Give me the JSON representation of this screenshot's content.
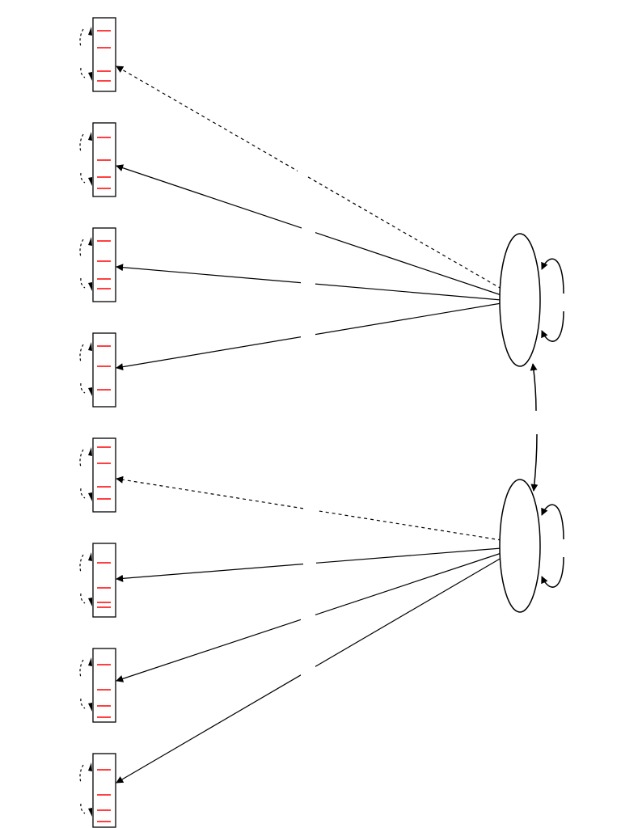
{
  "diagram": {
    "kind": "structural-equation-path-diagram",
    "colors": {
      "line": "#000000",
      "threshold": "#ff0000",
      "background": "#ffffff"
    },
    "latent_variables": [
      {
        "id": "factor-1",
        "label": ""
      },
      {
        "id": "factor-2",
        "label": ""
      }
    ],
    "indicators": [
      {
        "id": "item-1",
        "factor": "factor-1",
        "loading": "dashed",
        "thresholds": 4
      },
      {
        "id": "item-2",
        "factor": "factor-1",
        "loading": "solid",
        "thresholds": 4
      },
      {
        "id": "item-3",
        "factor": "factor-1",
        "loading": "solid",
        "thresholds": 4
      },
      {
        "id": "item-4",
        "factor": "factor-1",
        "loading": "solid",
        "thresholds": 3
      },
      {
        "id": "item-5",
        "factor": "factor-2",
        "loading": "dashed",
        "thresholds": 4
      },
      {
        "id": "item-6",
        "factor": "factor-2",
        "loading": "solid",
        "thresholds": 4
      },
      {
        "id": "item-7",
        "factor": "factor-2",
        "loading": "solid",
        "thresholds": 4
      },
      {
        "id": "item-8",
        "factor": "factor-2",
        "loading": "solid",
        "thresholds": 4
      }
    ],
    "factor_covariance": {
      "from": "factor-1",
      "to": "factor-2",
      "style": "solid"
    },
    "factor_variances": [
      "factor-1",
      "factor-2"
    ]
  }
}
